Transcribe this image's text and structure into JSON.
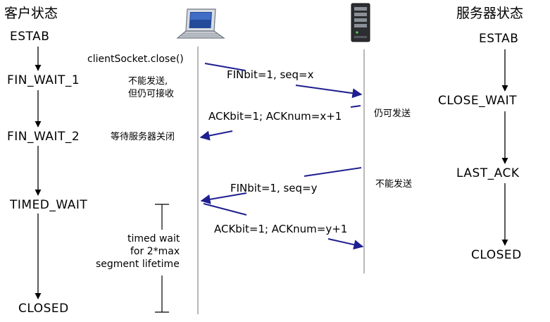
{
  "client": {
    "title": "客户状态",
    "states": [
      "ESTAB",
      "FIN_WAIT_1",
      "FIN_WAIT_2",
      "TIMED_WAIT",
      "CLOSED"
    ],
    "icon": "laptop-icon"
  },
  "server": {
    "title": "服务器状态",
    "states": [
      "ESTAB",
      "CLOSE_WAIT",
      "LAST_ACK",
      "CLOSED"
    ],
    "icon": "server-tower-icon"
  },
  "annotations": {
    "close_call": "clientSocket.close()",
    "fin_wait1_note_line1": "不能发送,",
    "fin_wait1_note_line2": "但仍可接收",
    "fin_wait2_note": "等待服务器关闭",
    "server_can_send": "仍可发送",
    "server_cannot_send": "不能发送",
    "timed_wait_line1": "timed wait",
    "timed_wait_line2": "for 2*max",
    "timed_wait_line3": "segment lifetime"
  },
  "messages": {
    "fin1": "FINbit=1, seq=x",
    "ack1": "ACKbit=1; ACKnum=x+1",
    "fin2": "FINbit=1, seq=y",
    "ack2": "ACKbit=1; ACKnum=y+1"
  },
  "colors": {
    "arrow": "#1f1f8f",
    "timeline": "#7f7f7f",
    "state_arrow": "#000000"
  }
}
